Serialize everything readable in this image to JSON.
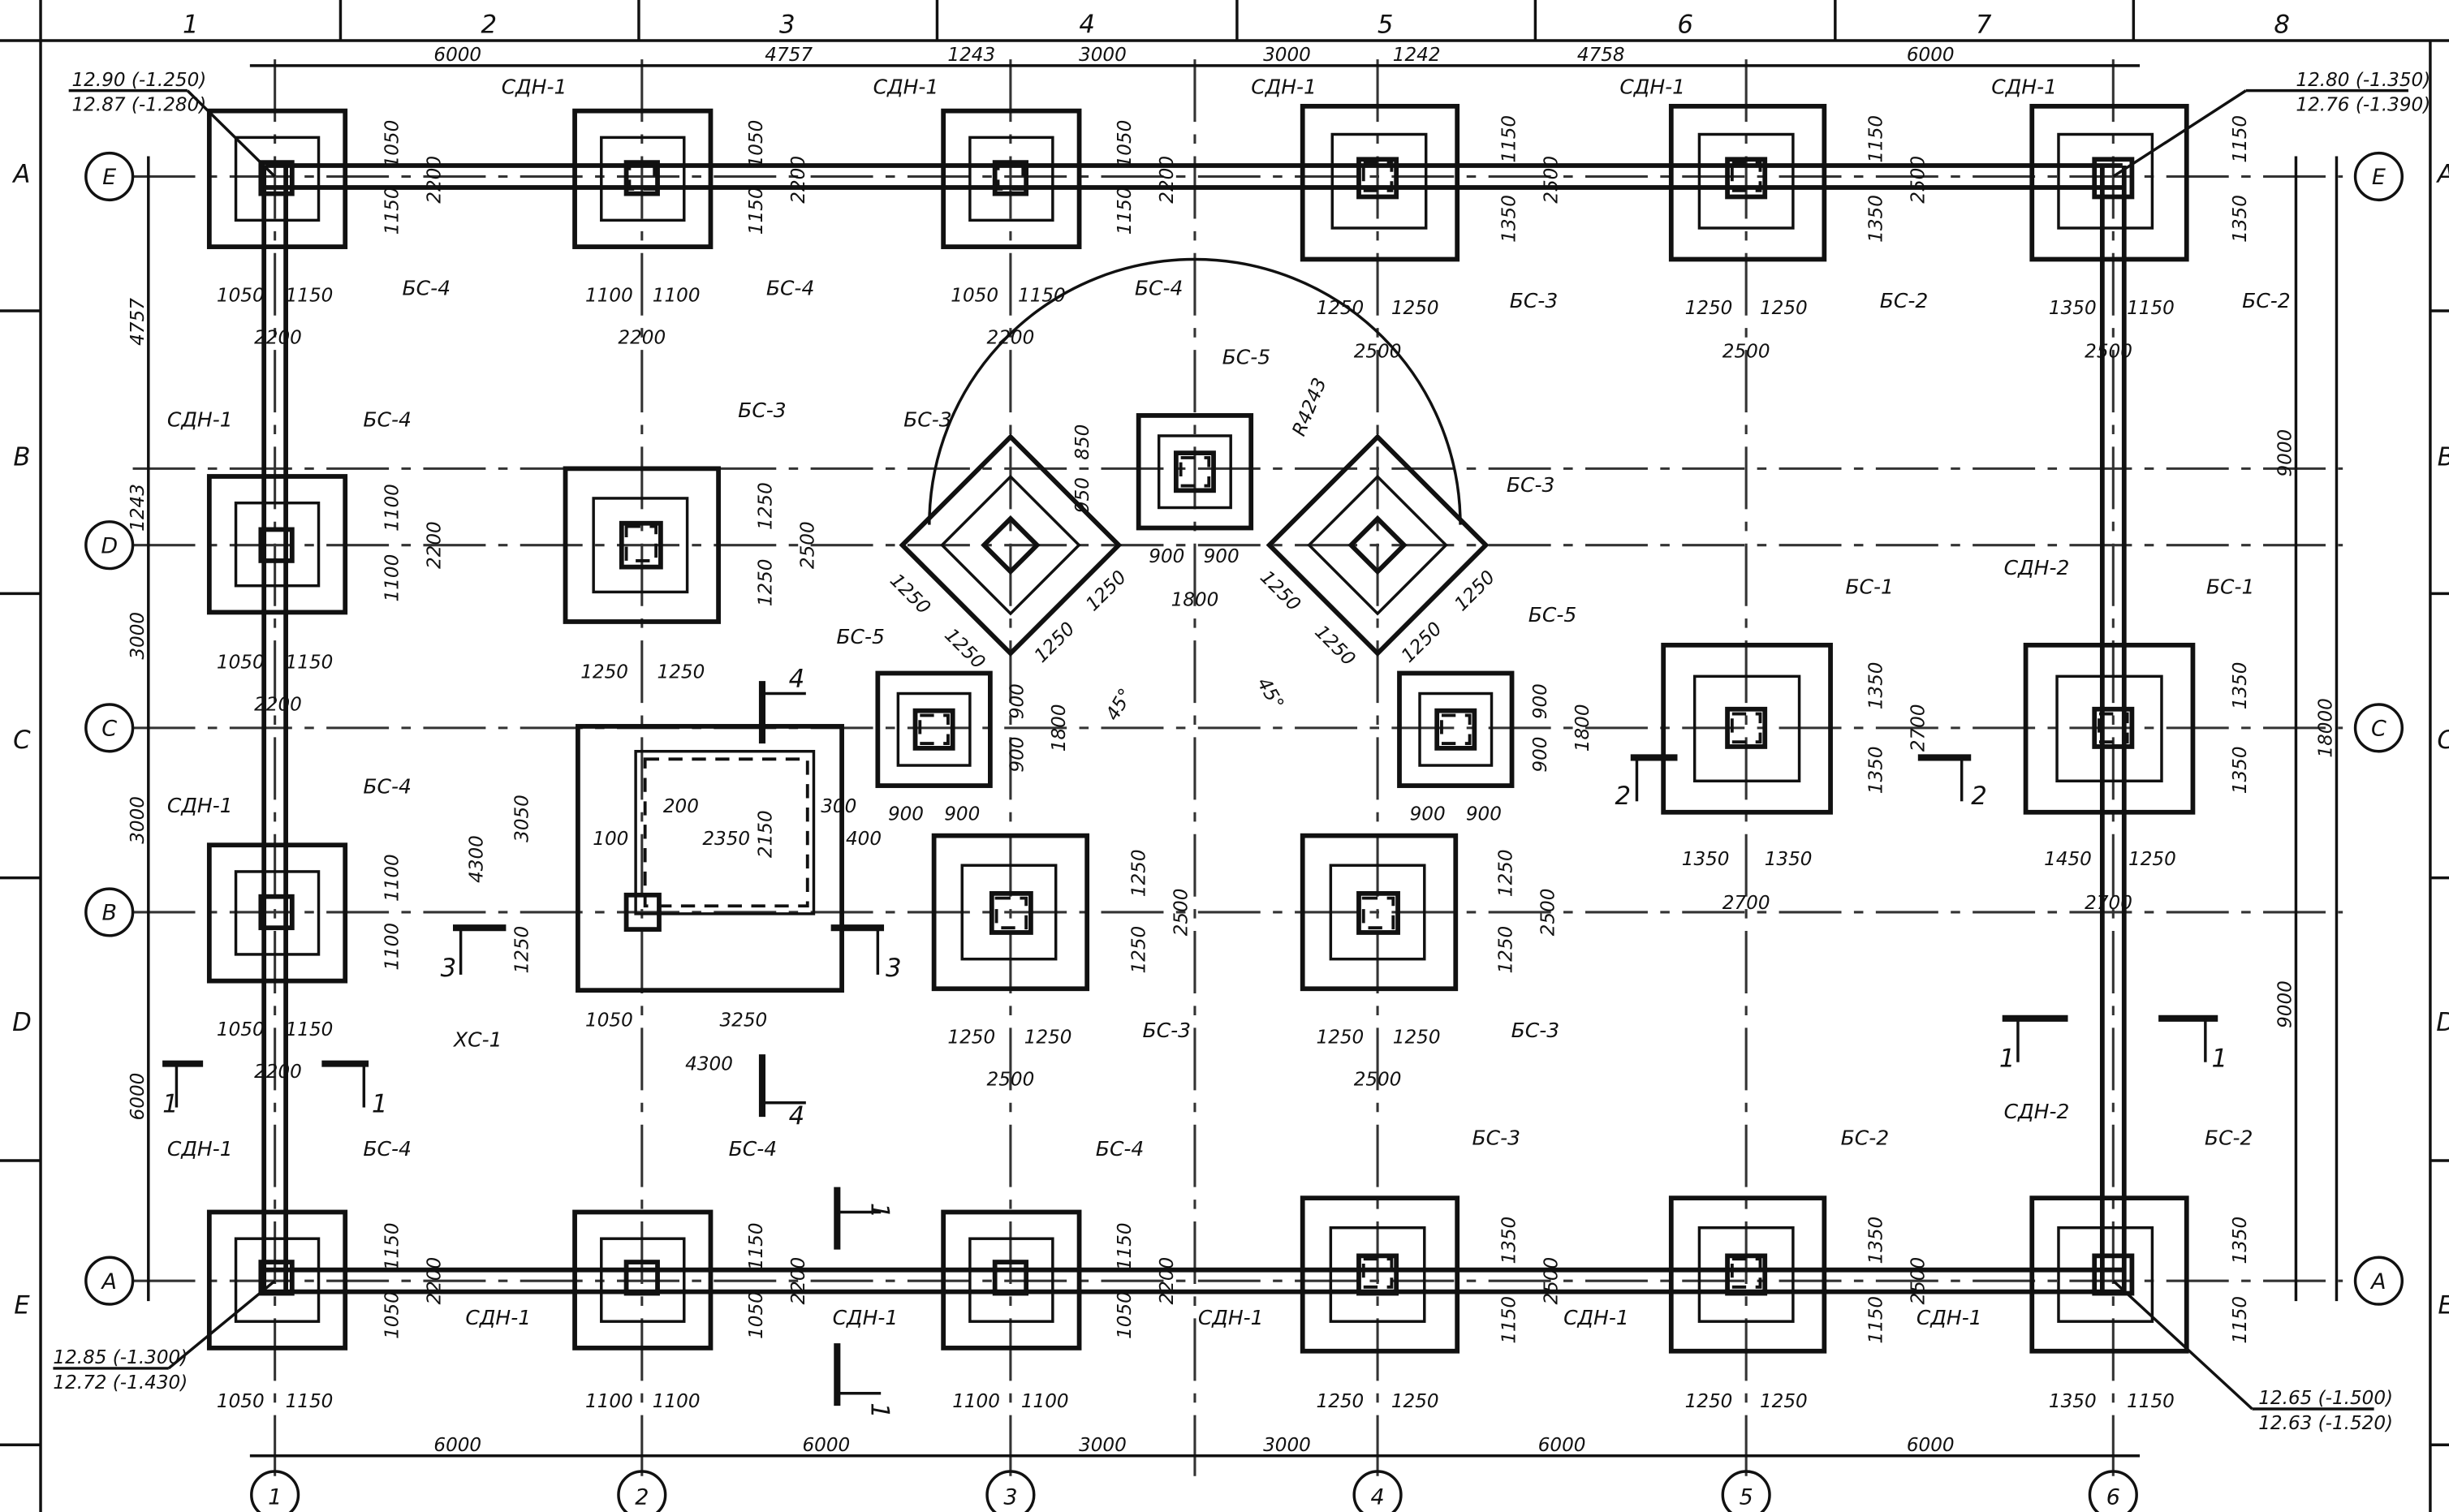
{
  "frame": {
    "top_numbers": [
      "1",
      "2",
      "3",
      "4",
      "5",
      "6",
      "7",
      "8"
    ],
    "left_letters": [
      "A",
      "B",
      "C",
      "D",
      "E"
    ],
    "right_letters": [
      "A",
      "B",
      "C",
      "D",
      "E"
    ]
  },
  "axes": {
    "cols": [
      "1",
      "2",
      "3",
      "4",
      "5",
      "6"
    ],
    "rows": [
      "E",
      "D",
      "C",
      "B",
      "A"
    ]
  },
  "dims": {
    "top_overall": [
      "6000",
      "4757",
      "1243",
      "3000",
      "3000",
      "1242",
      "4758",
      "6000"
    ],
    "bottom_overall": [
      "6000",
      "6000",
      "3000",
      "3000",
      "6000",
      "6000"
    ],
    "left_chain": [
      "4757",
      "1243",
      "3000",
      "3000",
      "6000"
    ],
    "right_chain": [
      "9000",
      "9000"
    ],
    "right_total": "18000",
    "n1050": "1050",
    "n1150": "1150",
    "n2200": "2200",
    "n1100": "1100",
    "n1250": "1250",
    "n2500": "2500",
    "n1350": "1350",
    "n1450": "1450",
    "n2700": "2700",
    "n900": "900",
    "n1800": "1800",
    "n850": "850",
    "n950": "950",
    "n3250": "3250",
    "n4300": "4300",
    "n3050": "3050",
    "n2350": "2350",
    "n2150": "2150",
    "n200": "200",
    "n300": "300",
    "n400": "400",
    "n100": "100",
    "radius": "R4243",
    "angle": "45°"
  },
  "labels": {
    "sdn1": "СДН-1",
    "sdn2": "СДН-2",
    "bs1": "БС-1",
    "bs2": "БС-2",
    "bs3": "БС-3",
    "bs4": "БС-4",
    "bs5": "БС-5",
    "xc1": "ХС-1"
  },
  "elevations": {
    "tl_a": "12.90 (-1.250)",
    "tl_b": "12.87 (-1.280)",
    "tr_a": "12.80 (-1.350)",
    "tr_b": "12.76 (-1.390)",
    "bl_a": "12.85 (-1.300)",
    "bl_b": "12.72 (-1.430)",
    "br_a": "12.65 (-1.500)",
    "br_b": "12.63 (-1.520)"
  },
  "sections": {
    "s1": "1",
    "s2": "2",
    "s3": "3",
    "s4": "4"
  }
}
